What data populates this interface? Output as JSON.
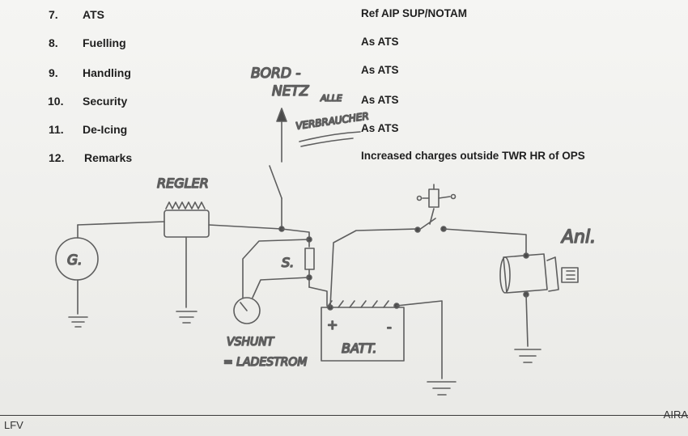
{
  "items": [
    {
      "number": "7.",
      "label": "ATS",
      "value": "Ref AIP SUP/NOTAM"
    },
    {
      "number": "8.",
      "label": "Fuelling",
      "value": "As ATS"
    },
    {
      "number": "9.",
      "label": "Handling",
      "value": "As ATS"
    },
    {
      "number": "10.",
      "label": "Security",
      "value": "As ATS"
    },
    {
      "number": "11.",
      "label": "De-Icing",
      "value": "As ATS"
    },
    {
      "number": "12.",
      "label": "Remarks",
      "value": "Increased charges outside TWR HR of OPS"
    }
  ],
  "sketch": {
    "bordnetz_line1": "BORD -",
    "bordnetz_line2": "NETZ",
    "alle": "ALLE",
    "verbraucher": "VERBRAUCHER",
    "regler": "REGLER",
    "generator": "G.",
    "shunt": "S.",
    "battery_plus": "+",
    "battery_minus": "-",
    "battery": "BATT.",
    "anlasser": "Anl.",
    "vshunt": "VSHUNT",
    "ladestrom": "= LADESTROM"
  },
  "footer": {
    "left": "LFV",
    "right": "AIRA"
  },
  "colors": {
    "paper": "#f3f3f1",
    "print": "#1f1f1f",
    "pencil": "#5a5a5a"
  }
}
